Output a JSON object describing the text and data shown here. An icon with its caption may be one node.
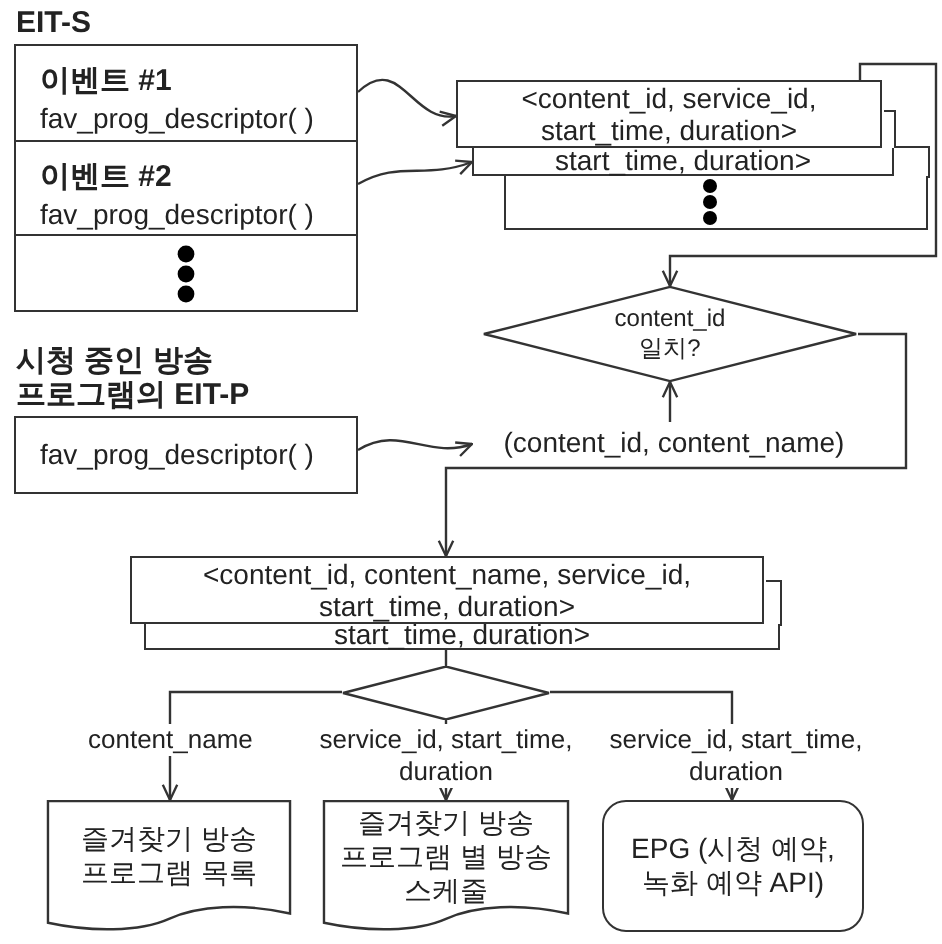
{
  "diagram": {
    "nodes": [
      {
        "text": [
          "EIT-S"
        ]
      },
      {
        "text": [
          "이벤트 #1",
          "fav_prog_descriptor( )"
        ],
        "in": 0
      },
      {
        "text": [
          "이벤트 #2",
          "fav_prog_descriptor( )"
        ],
        "in": 0
      },
      {
        "text": [],
        "shape": "box",
        "in": 0
      },
      {
        "text": [
          "<content_id, service_id, start_time, duration>"
        ]
      },
      {
        "text": [
          "start_time, duration>"
        ]
      },
      {
        "text": [],
        "shape": "box"
      },
      {
        "text": [
          "content_id 일치?"
        ]
      },
      {
        "text": [
          "시청 중인 방송 프로그램의 EIT-P",
          "fav_prog_descriptor( )"
        ]
      },
      {
        "text": [
          "(content_id, content_name)"
        ]
      },
      {
        "text": [
          "<content_id, content_name, service_id, start_time, duration>"
        ]
      },
      {
        "text": [
          "start_time, duration>"
        ]
      },
      {
        "text": [],
        "shape": "diamond"
      },
      {
        "text": [
          "즐겨찾기 방송 프로그램 목록"
        ]
      },
      {
        "text": [
          "즐겨찾기 방송 프로그램 별 방송 스케줄"
        ]
      },
      {
        "text": [
          "EPG (시청 예약, 녹화 예약 API)"
        ]
      }
    ],
    "edges": [
      {
        "from": 1,
        "to": 4,
        "arrow": "to"
      },
      {
        "from": 2,
        "to": 5,
        "arrow": "to"
      },
      {
        "from": 4,
        "to": 7,
        "arrow": "to"
      },
      {
        "from": 8,
        "to": 9,
        "arrow": "to"
      },
      {
        "from": 9,
        "to": 7,
        "arrow": "to"
      },
      {
        "from": 7,
        "to": 10,
        "arrow": "to"
      },
      {
        "from": 11,
        "to": 12,
        "arrow": "none"
      },
      {
        "from": 12,
        "to": 13,
        "arrow": "to",
        "label": "content_name"
      },
      {
        "from": 12,
        "to": 14,
        "arrow": "to",
        "label": "service_id, start_time, duration"
      },
      {
        "from": 12,
        "to": 15,
        "arrow": "to",
        "label": "service_id, start_time, duration"
      }
    ]
  }
}
